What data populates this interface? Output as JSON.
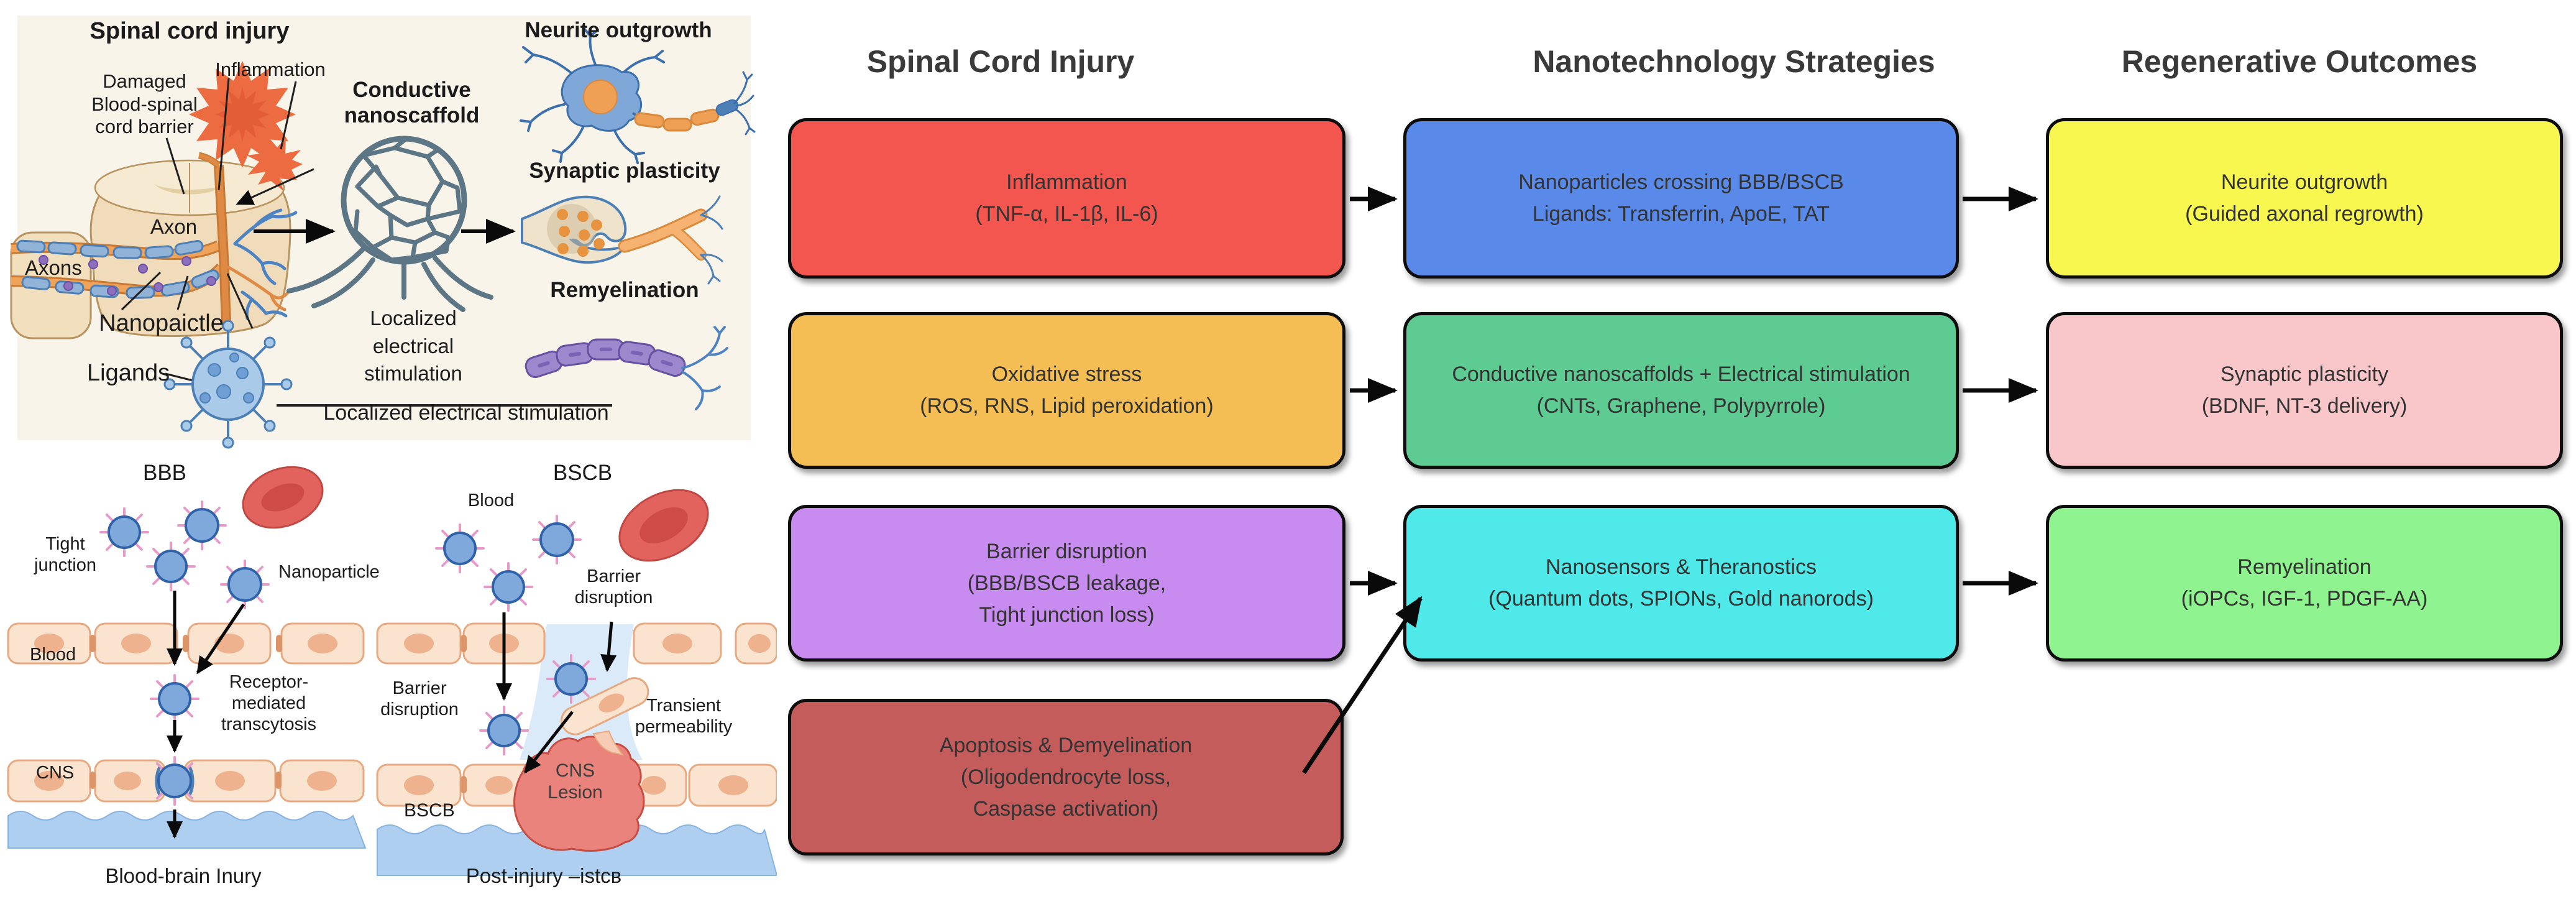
{
  "flowchart": {
    "columns": [
      {
        "title": "Spinal Cord Injury"
      },
      {
        "title": "Nanotechnology Strategies"
      },
      {
        "title": "Regenerative Outcomes"
      }
    ],
    "boxes": [
      {
        "name": "inflammation",
        "text": "Inflammation\n(TNF-α, IL-1β, IL-6)",
        "bg": "#f2564e"
      },
      {
        "name": "nanoparticles-crossing",
        "text": "Nanoparticles crossing BBB/BSCB\nLigands: Transferrin, ApoE, TAT",
        "bg": "#5a8ae9"
      },
      {
        "name": "neurite-outgrowth",
        "text": "Neurite outgrowth\n(Guided axonal regrowth)",
        "bg": "#f8f74f"
      },
      {
        "name": "oxidative-stress",
        "text": "Oxidative stress\n(ROS, RNS, Lipid peroxidation)",
        "bg": "#f4be54"
      },
      {
        "name": "conductive-nanoscaffolds",
        "text": "Conductive nanoscaffolds + Electrical stimulation\n(CNTs, Graphene, Polypyrrole)",
        "bg": "#5ecb93"
      },
      {
        "name": "synaptic-plasticity",
        "text": "Synaptic plasticity\n(BDNF, NT-3 delivery)",
        "bg": "#f9c6ca"
      },
      {
        "name": "barrier-disruption",
        "text": "Barrier disruption\n(BBB/BSCB leakage,\nTight junction loss)",
        "bg": "#c88bf0"
      },
      {
        "name": "nanosensors",
        "text": "Nanosensors & Theranostics\n(Quantum dots, SPIONs, Gold nanorods)",
        "bg": "#4ee9e8"
      },
      {
        "name": "remyelination",
        "text": "Remyelination\n(iOPCs, IGF-1, PDGF-AA)",
        "bg": "#8ff48f"
      },
      {
        "name": "apoptosis",
        "text": "Apoptosis & Demyelination\n(Oligodendrocyte loss,\nCaspase activation)",
        "bg": "#c35c5b"
      }
    ]
  },
  "panel_injury": {
    "title": "Spinal cord injury",
    "labels": {
      "inflammation": "Inflammation",
      "damaged_barrier": "Damaged\nBlood-spinal\ncord barrier",
      "conductive_nanoscaffold": "Conductive\nnanoscaffold",
      "neurite_outgrowth": "Neurite outgrowth",
      "synaptic_plasticity": "Synaptic plasticity",
      "remyelination": "Remyelination",
      "axon": "Axon",
      "axons": "Axons",
      "nanoparticle": "Nanopaictle",
      "ligands": "Ligands",
      "localized_stimulation_block": "Localized\nelectrical\nstimulation",
      "localized_stimulation_caption": "Localized electrical stimulation"
    }
  },
  "panel_barrier": {
    "bbb_title": "BBB",
    "bscb_title": "BSCB",
    "labels": {
      "tight_junction": "Tight\njunction",
      "nanoparticle": "Nanoparticle",
      "blood_left": "Blood",
      "blood_right": "Blood",
      "receptor_transcytosis": "Receptor-\nmediated\ntranscytosis",
      "cns": "CNS",
      "barrier_disruption_upper": "Barrier\ndisruption",
      "barrier_disruption_lower": "Barrier\ndisruption",
      "transient_permeability": "Transient\npermeability",
      "cns_lesion": "CNS\nLesion",
      "bscb_bottom": "BSCB"
    },
    "caption_left": "Blood-brain Inury",
    "caption_right": "Post-injury –istcв"
  },
  "colors": {
    "arrow": "#0a0a0a",
    "box_border": "#0d0d0d",
    "box_text": "#333333",
    "header_text": "#3a3a3a",
    "panel_bg": "#f8f4e9",
    "cell_fill": "#fbe4cf",
    "cell_stroke": "#e8a981",
    "water": "#aecfef",
    "nanoparticle_blue": "#7fa9db",
    "lesion_red": "#e9837b"
  }
}
